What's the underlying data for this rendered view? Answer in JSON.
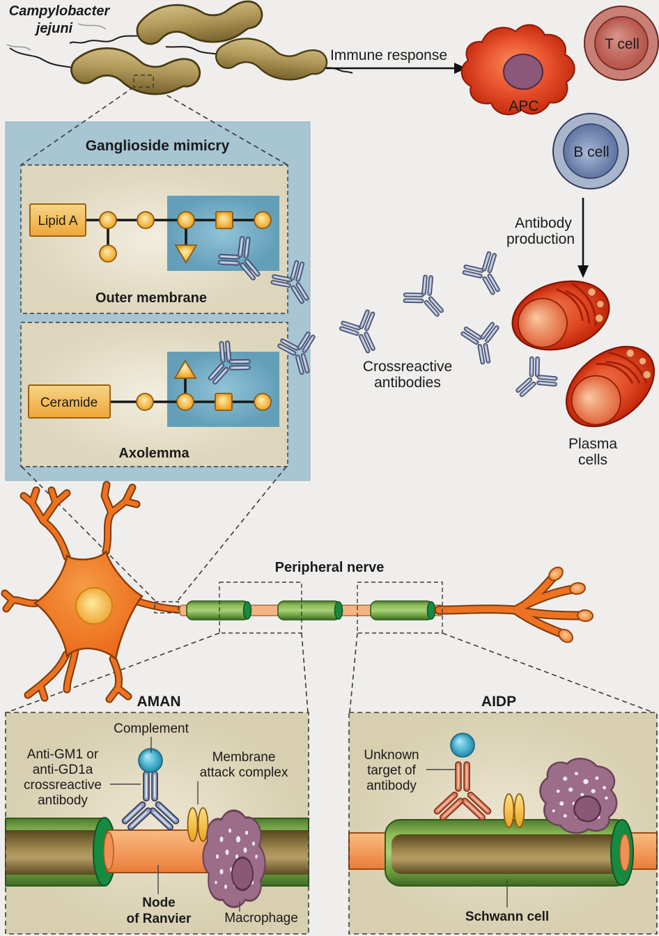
{
  "figure": {
    "organism_line1": "Campylobacter",
    "organism_line2": "jejuni",
    "immune_response": "Immune response",
    "apc": "APC",
    "t_cell": "T cell",
    "b_cell": "B cell",
    "antibody_production_line1": "Antibody",
    "antibody_production_line2": "production",
    "mimicry_title": "Ganglioside mimicry",
    "lipid_a": "Lipid A",
    "outer_membrane": "Outer membrane",
    "ceramide": "Ceramide",
    "axolemma": "Axolemma",
    "crossreactive_line1": "Crossreactive",
    "crossreactive_line2": "antibodies",
    "plasma_line1": "Plasma",
    "plasma_line2": "cells",
    "peripheral_nerve": "Peripheral nerve",
    "aman": {
      "title": "AMAN",
      "complement": "Complement",
      "antibody_lines": [
        "Anti-GM1 or",
        "anti-GD1a",
        "crossreactive",
        "antibody"
      ],
      "mac_line1": "Membrane",
      "mac_line2": "attack complex",
      "node_line1": "Node",
      "node_line2": "of Ranvier",
      "macrophage": "Macrophage"
    },
    "aidp": {
      "title": "AIDP",
      "target_line1": "Unknown",
      "target_line2": "target of",
      "target_line3": "antibody",
      "schwann": "Schwann cell"
    }
  },
  "colors": {
    "background": "#f0eeec",
    "mimicry_panel_blue": "#a7c5d3",
    "highlight_blue": "#6fa6bf",
    "membrane_box_tan": "#e7e1cc",
    "bottom_panel_tan": "#ddd5ba",
    "bacteria_brown": "#a98f54",
    "glycan_orange": "#f2ae3c",
    "antibody_blue": "#94a2c4",
    "antibody_salmon": "#e08163",
    "complement_teal": "#4fb2cc",
    "mac_yellow": "#f4c045",
    "macrophage_purple": "#9b6d89",
    "plasma_cell_red": "#d93a1a",
    "t_cell_red": "#c1635a",
    "b_cell_blue": "#8193b8",
    "apc_red": "#e04f28",
    "neuron_orange": "#ee7221",
    "myelin_green": "#6f9f42",
    "node_ring_green": "#168a40",
    "axon_salmon": "#f2a569"
  }
}
